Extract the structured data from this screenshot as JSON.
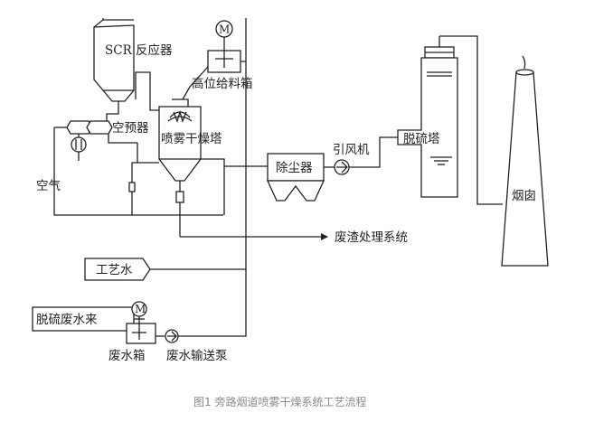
{
  "labels": {
    "scr_reactor": "SCR 反应器",
    "air_preheater": "空预器",
    "air": "空气",
    "spray_dryer": "喷雾干燥塔",
    "high_tank": "高位给料箱",
    "dust_collector": "除尘器",
    "induced_fan": "引风机",
    "desulfur_tower": "脱硫塔",
    "chimney": "烟囱",
    "slag_system": "废渣处理系统",
    "process_water": "工艺水",
    "desulfur_wastewater": "脱硫废水来",
    "wastewater_tank": "废水箱",
    "wastewater_pump": "废水输送泵",
    "motor_symbol": "M"
  },
  "caption": "图1  旁路烟道喷雾干燥系统工艺流程",
  "colors": {
    "line": "#222222",
    "caption": "#8a8a8a",
    "background": "#ffffff"
  }
}
